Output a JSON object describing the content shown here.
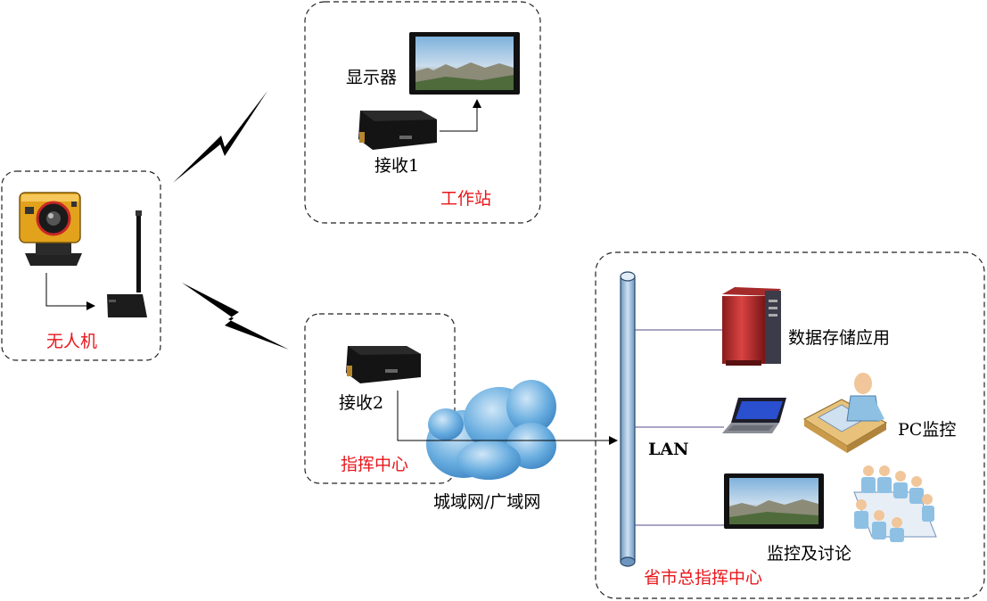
{
  "colors": {
    "group_label": "#e8161b",
    "text": "#000000",
    "bus": "#9dbfe0",
    "cloud": "#5fa3d8"
  },
  "icons": {
    "camera": "action-camera-icon",
    "transmitter": "radio-transmitter-icon",
    "receiver": "video-receiver-box-icon",
    "monitor": "display-monitor-icon",
    "server": "server-rack-icon",
    "laptop": "laptop-icon",
    "operator": "desk-operator-icon",
    "meeting": "meeting-room-icon",
    "cloud": "network-cloud-icon",
    "wireless": "lightning-link-icon"
  },
  "groups": {
    "drone": "无人机",
    "workstation": "工作站",
    "command": "指挥中心",
    "provincial": "省市总指挥中心"
  },
  "labels": {
    "display": "显示器",
    "receiver1": "接收1",
    "receiver2": "接收2",
    "wan": "城域网/广域网",
    "lan": "LAN",
    "storage": "数据存储应用",
    "pc_monitor": "PC监控",
    "meeting": "监控及讨论"
  }
}
